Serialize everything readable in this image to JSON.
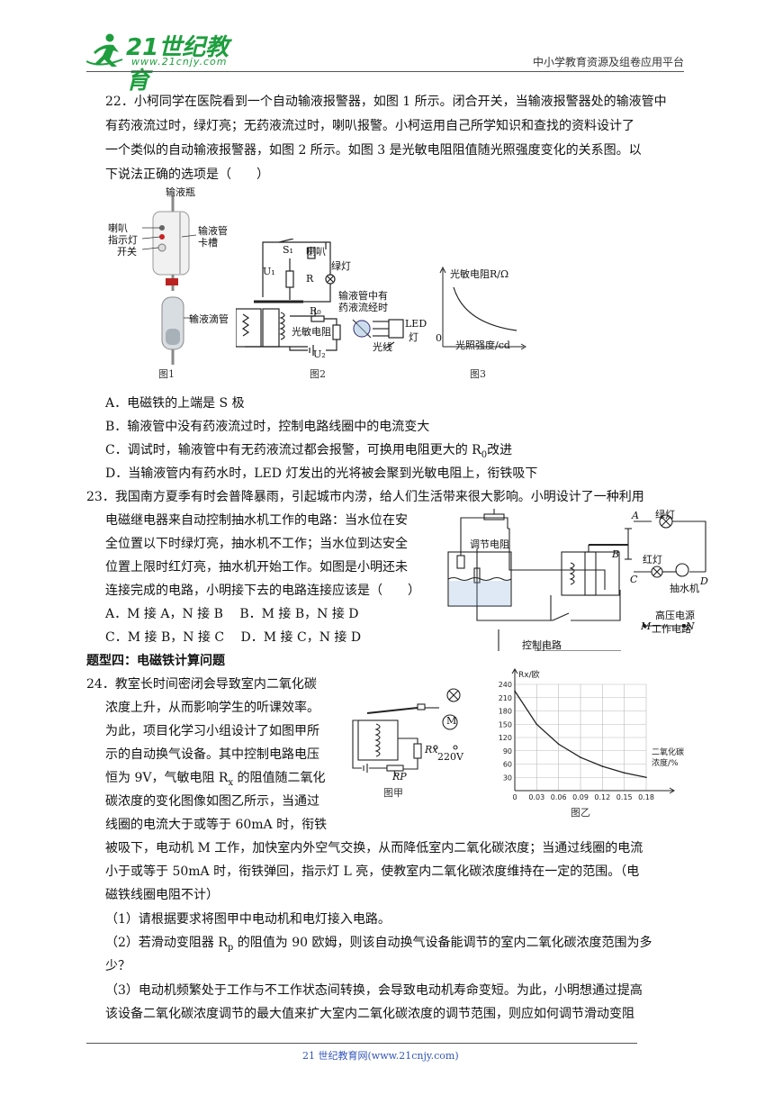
{
  "header": {
    "logo_text": "21世纪教育",
    "logo_url_text": "www.21cnjy.com",
    "right_text": "中小学教育资源及组卷应用平台"
  },
  "q22": {
    "line1": "22．小柯同学在医院看到一个自动输液报警器，如图 1 所示。闭合开关，当输液报警器处的输液管中",
    "line2": "有药液流过时，绿灯亮；无药液流过时，喇叭报警。小柯运用自己所学知识和查找的资料设计了",
    "line3": "一个类似的自动输液报警器，如图 2 所示。如图 3 是光敏电阻阻值随光照强度变化的关系图。以",
    "line4": "下说法正确的选项是（　　）",
    "fig1": {
      "bottle": "输液瓶",
      "speaker": "喇叭",
      "indicator": "指示灯",
      "switch": "开关",
      "tube_slot_1": "输液管",
      "tube_slot_2": "卡槽",
      "drip": "输液滴管",
      "caption": "图1"
    },
    "fig2": {
      "s1": "S₁",
      "speaker": "喇叭",
      "green_light": "绿灯",
      "u1": "U₁",
      "r": "R",
      "r0": "R₀",
      "tube_note_1": "输液管中有",
      "tube_note_2": "药液流经时",
      "photoresistor": "光敏电阻",
      "u2": "U₂",
      "led_1": "LED",
      "led_2": "灯",
      "light": "光线",
      "caption": "图2"
    },
    "fig3": {
      "ylabel": "光敏电阻R/Ω",
      "xlabel": "光照强度/cd",
      "origin": "0",
      "caption": "图3"
    },
    "options": {
      "a": "A．电磁铁的上端是 S 极",
      "b": "B．输液管中没有药液流过时，控制电路线圈中的电流变大",
      "c_pre": "C．调试时，输液管中有无药液流过都会报警，可换用电阻更大的 R",
      "c_sub": "0",
      "c_post": "改进",
      "d": "D．当输液管内有药水时，LED 灯发出的光将被会聚到光敏电阻上，衔铁吸下"
    }
  },
  "q23": {
    "line1": "23．我国南方夏季有时会普降暴雨，引起城市内涝，给人们生活带来很大影响。小明设计了一种利用",
    "line2": "电磁继电器来自动控制抽水机工作的电路：当水位在安",
    "line3": "全位置以下时绿灯亮，抽水机不工作；当水位到达安全",
    "line4": "位置上限时红灯亮，抽水机开始工作。如图是小明还未",
    "line5": "连接完成的电路，小明接下去的电路连接应该是（　　）",
    "opt_ab": "A．M 接 A，N 接 B　 B．M 接 B，N 接 D",
    "opt_cd": "C．M 接 B，N 接 C　 D．M 接 C，N 接 D",
    "fig": {
      "adjust_resistor": "调节电阻",
      "green_light": "绿灯",
      "red_light": "红灯",
      "pump": "抽水机",
      "a": "A",
      "b": "B",
      "c": "C",
      "d": "D",
      "hv_source": "高压电源",
      "work_circuit": "工作电路",
      "m": "M",
      "n": "N",
      "control_circuit": "控制电路"
    }
  },
  "section4": {
    "title": "题型四：电磁铁计算问题"
  },
  "q24": {
    "line1": "24．教室长时间密闭会导致室内二氧化碳",
    "line2": "浓度上升，从而影响学生的听课效率。",
    "line3": "为此，项目化学习小组设计了如图甲所",
    "line4": "示的自动换气设备。其中控制电路电压",
    "line5_pre": "恒为 9V，气敏电阻 R",
    "line5_sub": "x",
    "line5_post": " 的阻值随二氧化",
    "line6": "碳浓度的变化图像如图乙所示，当通过",
    "line7": "线圈的电流大于或等于 60mA 时，衔铁",
    "line8": "被吸下，电动机 M 工作，加快室内外空气交换，从而降低室内二氧化碳浓度；当通过线圈的电流",
    "line9": "小于或等于 50mA 时，衔铁弹回，指示灯 L 亮，使教室内二氧化碳浓度维持在一定的范围。（电",
    "line10": "磁铁线圈电阻不计）",
    "sub1": "（1）请根据要求将图甲中电动机和电灯接入电路。",
    "sub2_pre": "（2）若滑动变阻器 R",
    "sub2_sub": "p",
    "sub2_post": " 的阻值为 90 欧姆，则该自动换气设备能调节的室内二氧化碳浓度范围为多",
    "sub2_line2": "少？",
    "sub3_line1": "（3）电动机频繁处于工作与不工作状态间转换，会导致电动机寿命变短。为此，小明想通过提高",
    "sub3_line2": "该设备二氧化碳浓度调节的最大值来扩大室内二氧化碳浓度的调节范围，则应如何调节滑动变阻",
    "fig_jia": {
      "rx": "Rx",
      "rp": "RP",
      "motor": "M",
      "voltage": "220V",
      "caption": "图甲"
    },
    "chart_caption": "图乙"
  },
  "chart_data": {
    "type": "line",
    "title": "",
    "ylabel": "Rx/欧",
    "xlabel": "二氧化碳浓度/%",
    "x_ticks": [
      "0",
      "0.03",
      "0.06",
      "0.09",
      "0.12",
      "0.15",
      "0.18"
    ],
    "y_ticks": [
      "30",
      "60",
      "90",
      "120",
      "150",
      "180",
      "210",
      "240"
    ],
    "xlim": [
      0,
      0.18
    ],
    "ylim": [
      0,
      240
    ],
    "grid": true,
    "x": [
      0,
      0.03,
      0.06,
      0.09,
      0.12,
      0.15,
      0.18
    ],
    "values": [
      225,
      150,
      105,
      75,
      55,
      40,
      30
    ]
  },
  "footer": {
    "text": "21 世纪教育网(www.21cnjy.com)"
  }
}
